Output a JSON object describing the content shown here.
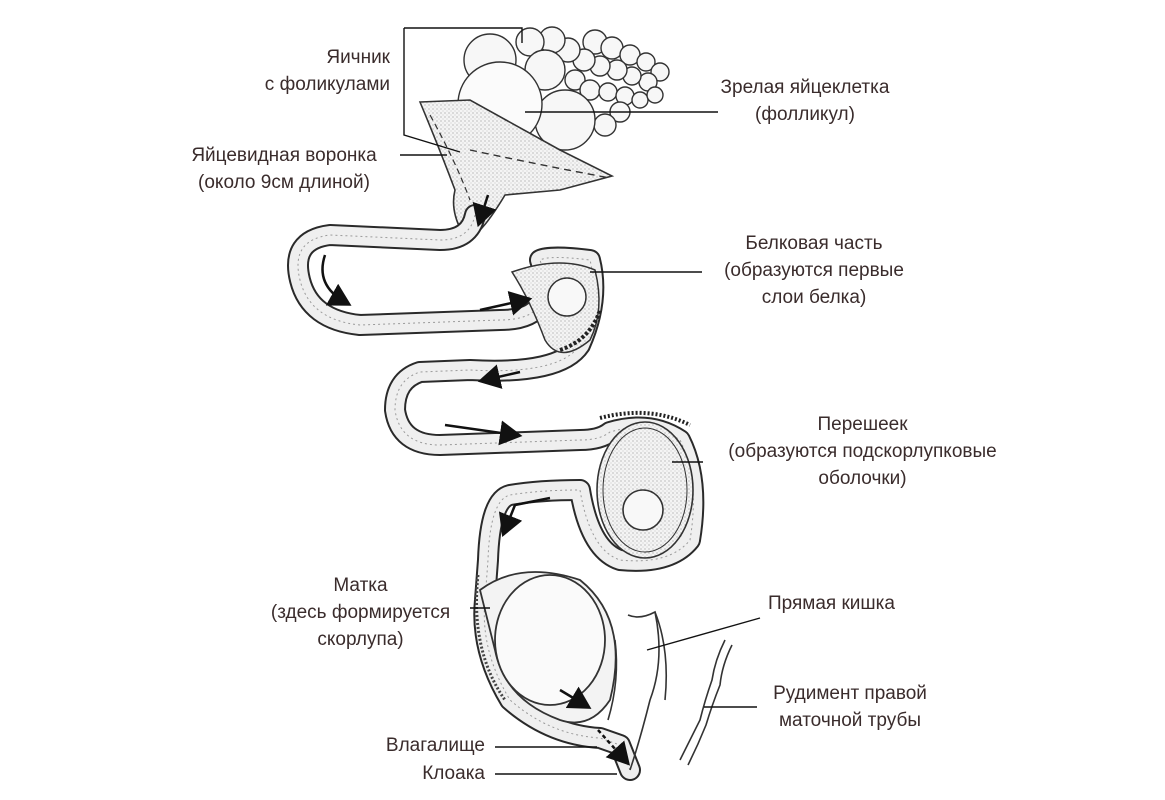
{
  "labels": {
    "ovary": [
      "Яичник",
      "с фоликулами"
    ],
    "mature_egg": [
      "Зрелая яйцеклетка",
      "(фолликул)"
    ],
    "infundibulum": [
      "Яйцевидная воронка",
      "(около 9см длиной)"
    ],
    "albumen": [
      "Белковая часть",
      "(образуются первые",
      "слои белка)"
    ],
    "isthmus": [
      "Перешеек",
      "(образуются подскорлупковые",
      "оболочки)"
    ],
    "uterus": [
      "Матка",
      "(здесь формируется",
      "скорлупа)"
    ],
    "rectum": [
      "Прямая кишка"
    ],
    "vestigial_oviduct": [
      "Рудимент правой",
      "маточной трубы"
    ],
    "vagina": [
      "Влагалище"
    ],
    "cloaca": [
      "Клоака"
    ]
  },
  "colors": {
    "line": "#2a2a2a",
    "label_text": "#3a2c2c",
    "tube_fill": "#ececec",
    "egg_fill": "#f6f6f6"
  }
}
